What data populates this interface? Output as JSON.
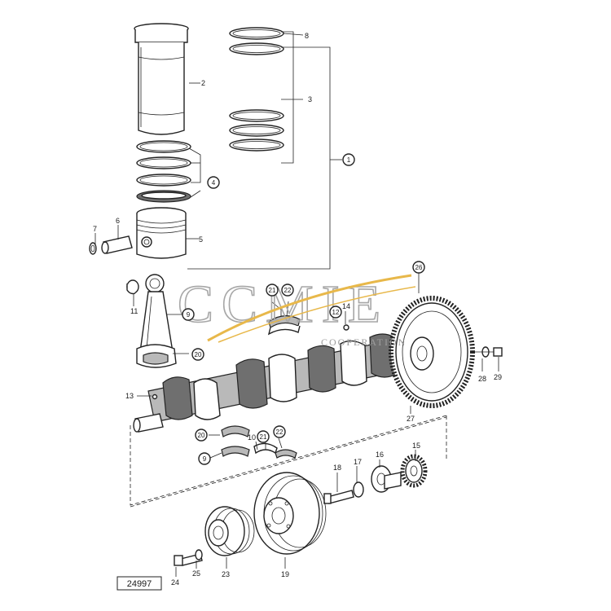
{
  "diagram": {
    "reference_number": "24997",
    "watermark": {
      "brand": "CCMIE",
      "subtitle": "COOPERATION",
      "accent_color": "#e8b84a"
    },
    "callouts": [
      {
        "id": "c1",
        "label": "1",
        "circled": true
      },
      {
        "id": "c2",
        "label": "2",
        "circled": false
      },
      {
        "id": "c3",
        "label": "3",
        "circled": false
      },
      {
        "id": "c4",
        "label": "4",
        "circled": true
      },
      {
        "id": "c5",
        "label": "5",
        "circled": false
      },
      {
        "id": "c6",
        "label": "6",
        "circled": false
      },
      {
        "id": "c7",
        "label": "7",
        "circled": false
      },
      {
        "id": "c8",
        "label": "8",
        "circled": false
      },
      {
        "id": "c9a",
        "label": "9",
        "circled": true
      },
      {
        "id": "c9b",
        "label": "9",
        "circled": true
      },
      {
        "id": "c10",
        "label": "10",
        "circled": false
      },
      {
        "id": "c11",
        "label": "11",
        "circled": false
      },
      {
        "id": "c12",
        "label": "12",
        "circled": true
      },
      {
        "id": "c13",
        "label": "13",
        "circled": false
      },
      {
        "id": "c14",
        "label": "14",
        "circled": false
      },
      {
        "id": "c15",
        "label": "15",
        "circled": false
      },
      {
        "id": "c16",
        "label": "16",
        "circled": false
      },
      {
        "id": "c17",
        "label": "17",
        "circled": false
      },
      {
        "id": "c18",
        "label": "18",
        "circled": false
      },
      {
        "id": "c19",
        "label": "19",
        "circled": false
      },
      {
        "id": "c20a",
        "label": "20",
        "circled": true
      },
      {
        "id": "c20b",
        "label": "20",
        "circled": true
      },
      {
        "id": "c21a",
        "label": "21",
        "circled": true
      },
      {
        "id": "c21b",
        "label": "21",
        "circled": true
      },
      {
        "id": "c22a",
        "label": "22",
        "circled": true
      },
      {
        "id": "c22b",
        "label": "22",
        "circled": true
      },
      {
        "id": "c23",
        "label": "23",
        "circled": false
      },
      {
        "id": "c24",
        "label": "24",
        "circled": false
      },
      {
        "id": "c25",
        "label": "25",
        "circled": false
      },
      {
        "id": "c26",
        "label": "26",
        "circled": true
      },
      {
        "id": "c27",
        "label": "27",
        "circled": false
      },
      {
        "id": "c28",
        "label": "28",
        "circled": false
      },
      {
        "id": "c29",
        "label": "29",
        "circled": false
      }
    ]
  }
}
